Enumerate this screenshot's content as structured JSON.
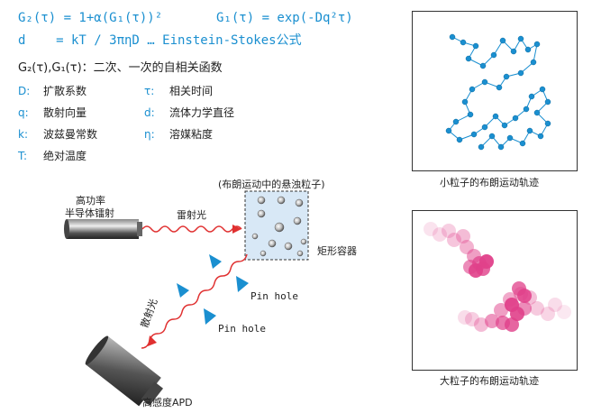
{
  "formulas": {
    "line1_left": "G₂(τ) = 1+α(G₁(τ))²",
    "line1_right": "G₁(τ) = exp(-Dq²τ)",
    "line2": "d    = kT / 3πηD … Einstein-Stokes公式",
    "line3": "G₂(τ),G₁(τ)：二次、一次的自相关函数"
  },
  "legend": [
    {
      "sym": "D:",
      "text": "扩散系数"
    },
    {
      "sym": "τ:",
      "text": "相关时间"
    },
    {
      "sym": "q:",
      "text": "散射向量"
    },
    {
      "sym": "d:",
      "text": "流体力学直径"
    },
    {
      "sym": "k:",
      "text": "波兹曼常数"
    },
    {
      "sym": "η:",
      "text": "溶媒粘度"
    },
    {
      "sym": "T:",
      "text": "绝对温度"
    }
  ],
  "diagram": {
    "laser_label_1": "高功率",
    "laser_label_2": "半导体镭射",
    "laser_light": "雷射光",
    "particles_title": "(布朗运动中的悬浊粒子)",
    "container_label": "矩形容器",
    "pinhole_1": "Pin hole",
    "pinhole_2": "Pin hole",
    "scatter_light": "散射光",
    "apd_label": "高感度APD"
  },
  "panels": {
    "small_caption": "小粒子的布朗运动轨迹",
    "large_caption": "大粒子的布朗运动轨迹"
  },
  "colors": {
    "formula": "#1a8fd0",
    "laser": "#e03030",
    "pinhole": "#1a8fd0",
    "small_particle": "#1a8fd0",
    "large_particle": "#e0408a"
  }
}
